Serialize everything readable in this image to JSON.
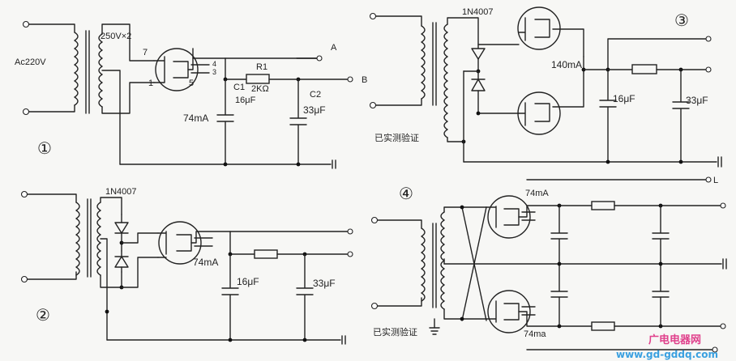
{
  "circuit1": {
    "number": "①",
    "input": "Ac220V",
    "transformer": "250V×2",
    "pin7": "7",
    "pin1": "1",
    "pin5": "5",
    "pin4": "4",
    "pin3": "3",
    "terminal_a": "A",
    "terminal_b": "B",
    "r1_name": "R1",
    "r1_value": "2KΩ",
    "c1_name": "C1",
    "c1_value": "16μF",
    "c2_name": "C2",
    "c2_value": "33μF",
    "current": "74mA"
  },
  "circuit2": {
    "number": "②",
    "diode": "1N4007",
    "current": "74mA",
    "c1_value": "16μF",
    "c2_value": "33μF"
  },
  "circuit3": {
    "number": "③",
    "diode": "1N4007",
    "current": "140mA",
    "c1_value": "16μF",
    "c2_value": "33μF",
    "verified": "已实测验证"
  },
  "circuit4": {
    "number": "④",
    "current_top": "74mA",
    "current_bottom": "74ma",
    "terminal_l": "L",
    "verified": "已实测验证"
  },
  "watermark": {
    "title": "广电电器网",
    "url": "www.gd-gddq.com"
  }
}
